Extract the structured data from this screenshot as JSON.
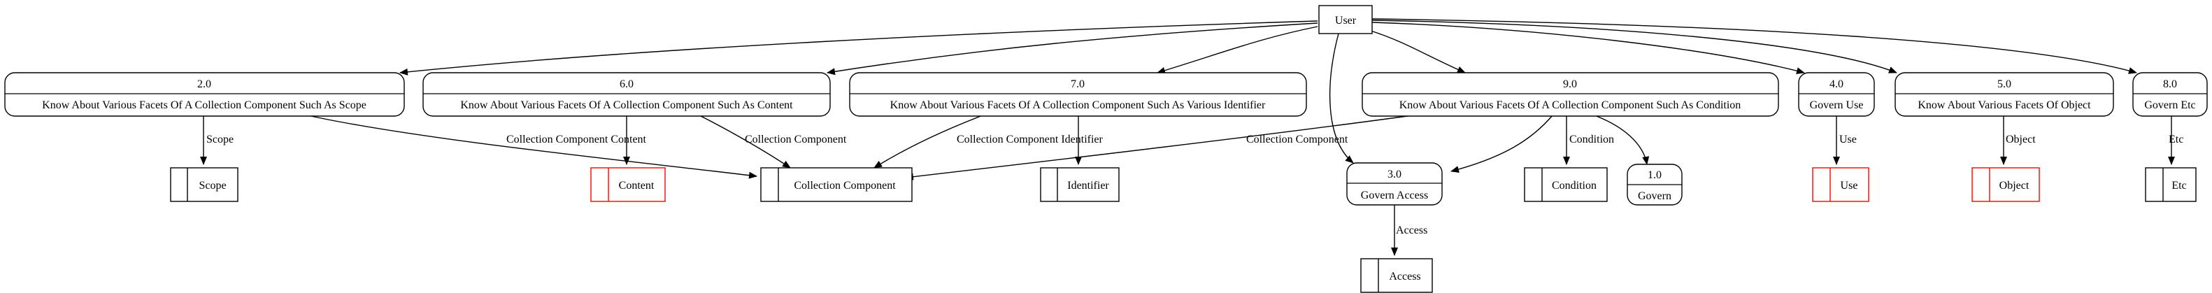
{
  "nodes": {
    "user": {
      "label": "User"
    },
    "p2": {
      "id": "2.0",
      "label": "Know About Various Facets Of A Collection Component Such As Scope"
    },
    "p6": {
      "id": "6.0",
      "label": "Know About Various Facets Of A Collection Component Such As Content"
    },
    "p7": {
      "id": "7.0",
      "label": "Know About Various Facets Of A Collection Component Such As Various Identifier"
    },
    "p9": {
      "id": "9.0",
      "label": "Know About Various Facets Of A Collection Component Such As Condition"
    },
    "p4": {
      "id": "4.0",
      "label": "Govern Use"
    },
    "p5": {
      "id": "5.0",
      "label": "Know About Various Facets Of Object"
    },
    "p8": {
      "id": "8.0",
      "label": "Govern Etc"
    },
    "p3": {
      "id": "3.0",
      "label": "Govern Access"
    },
    "p1": {
      "id": "1.0",
      "label": "Govern"
    },
    "s_scope": {
      "label": "Scope"
    },
    "s_content": {
      "label": "Content"
    },
    "s_collection": {
      "label": "Collection Component"
    },
    "s_identifier": {
      "label": "Identifier"
    },
    "s_condition": {
      "label": "Condition"
    },
    "s_use": {
      "label": "Use"
    },
    "s_object": {
      "label": "Object"
    },
    "s_etc": {
      "label": "Etc"
    },
    "s_access": {
      "label": "Access"
    }
  },
  "edge_labels": {
    "scope": "Scope",
    "cc_content": "Collection Component Content",
    "cc_6": "Collection Component",
    "cc_identifier": "Collection Component Identifier",
    "cc_9": "Collection Component",
    "condition": "Condition",
    "use": "Use",
    "object": "Object",
    "etc": "Etc",
    "access": "Access"
  },
  "colors": {
    "stroke": "#000000",
    "highlight_store": "#ff0000"
  }
}
